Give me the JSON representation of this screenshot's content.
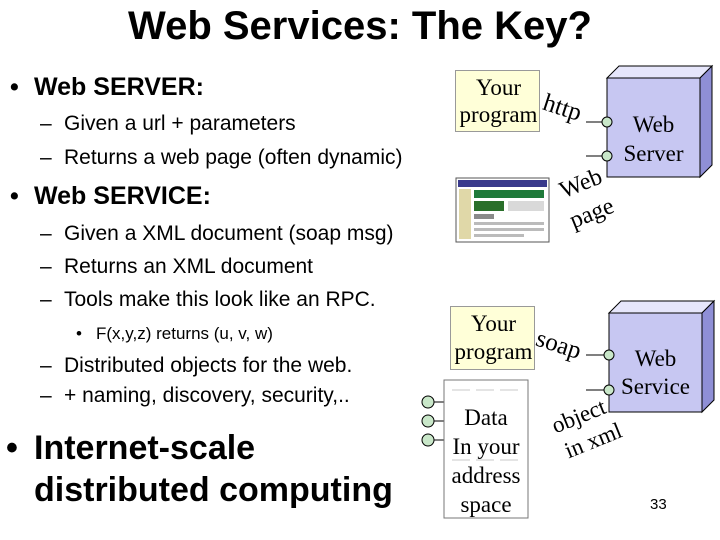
{
  "title": "Web Services: The Key?",
  "bullets": {
    "server_heading": "Web SERVER:",
    "server_item_1": "Given a url  + parameters",
    "server_item_2": "Returns a web page (often dynamic)",
    "service_heading": "Web SERVICE:",
    "service_item_1": "Given a XML document (soap msg)",
    "service_item_2": "Returns an XML document",
    "service_item_3": "Tools make this look like an RPC.",
    "service_subitem": "F(x,y,z) returns (u, v, w)",
    "service_item_4": "Distributed objects for the web.",
    "service_item_5": "+ naming, discovery, security,..",
    "closing_line_1": "Internet-scale",
    "closing_line_2": "distributed computing",
    "dash": "–",
    "dot": "•"
  },
  "diagram": {
    "top_program_line_1": "Your",
    "top_program_line_2": "program",
    "http_label": "http",
    "web_page_label_line_1": "Web",
    "web_page_label_line_2": "page",
    "web_server_line_1": "Web",
    "web_server_line_2": "Server",
    "bottom_program_line_1": "Your",
    "bottom_program_line_2": "program",
    "soap_label": "soap",
    "object_label_line_1": "object",
    "object_label_line_2": "in xml",
    "web_service_line_1": "Web",
    "web_service_line_2": "Service",
    "data_box_lines": [
      "Data",
      "In your",
      "address",
      "space"
    ]
  },
  "colors": {
    "cube_face": "#c7c7f2",
    "cube_side": "#8f8fd6",
    "cube_top": "#e6e6fb",
    "port_fill": "#c9e7c9",
    "highlight_box": "#ffffd8"
  },
  "slide_number": "33"
}
